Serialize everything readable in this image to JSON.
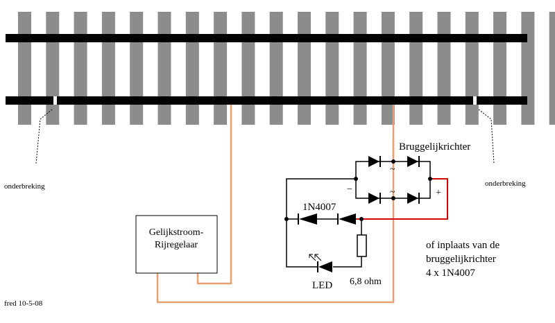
{
  "diagram": {
    "labels": {
      "break_left": "onderbreking",
      "break_right": "onderbreking",
      "bridge_top": "Bruggelijkrichter",
      "controller_line1": "Gelijkstroom-",
      "controller_line2": "Rijregelaar",
      "diode_type": "1N4007",
      "resistor_value": "6,8 ohm",
      "led": "LED",
      "note_line1": "of inplaats van de",
      "note_line2": "bruggelijkrichter",
      "note_line3": "4 x 1N4007",
      "author_date": "fred 10-5-08",
      "minus": "−",
      "plus": "+",
      "ac_top": "~",
      "ac_bottom": "~"
    },
    "colors": {
      "sleeper": "#8c8c8c",
      "rail": "#000000",
      "wire_orange": "#e8a070",
      "wire_red": "#d40000",
      "wire_black": "#000000"
    }
  }
}
